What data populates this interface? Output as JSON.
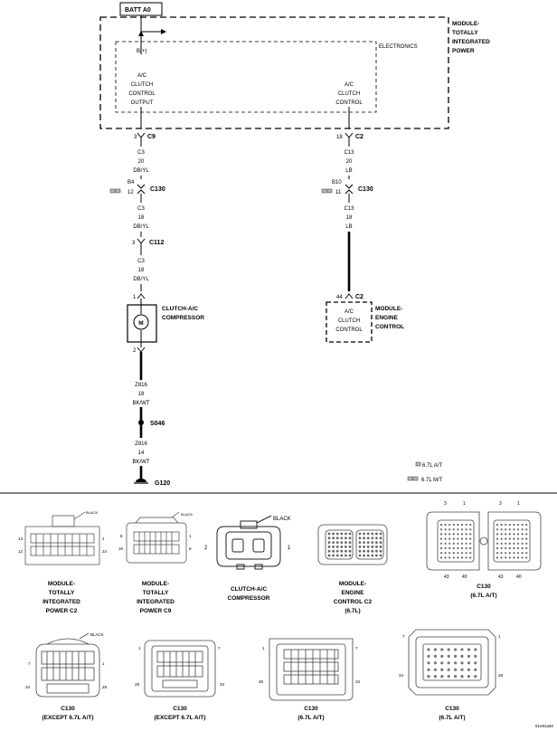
{
  "schematic": {
    "batt_label": "BATT A0",
    "tipm_title": [
      "MODULE-",
      "TOTALLY",
      "INTEGRATED",
      "POWER"
    ],
    "electronics_label": "ELECTRONICS",
    "b_plus": "B(+)",
    "ac_output_lines": [
      "A/C",
      "CLUTCH",
      "CONTROL",
      "OUTPUT"
    ],
    "ac_control_lines": [
      "A/C",
      "CLUTCH",
      "CONTROL"
    ],
    "left": {
      "pin_c9": "3",
      "conn_c9": "C9",
      "wire1": [
        "C3",
        "20",
        "DB/YL"
      ],
      "pin_b4": "B4",
      "pin_12": "12",
      "conn_c130": "C130",
      "wire2": [
        "C3",
        "18",
        "DB/YL"
      ],
      "pin_c112": "3",
      "conn_c112": "C112",
      "wire3": [
        "C3",
        "18",
        "DB/YL"
      ],
      "pin_top": "1",
      "comp_title": [
        "CLUTCH-A/C",
        "COMPRESSOR"
      ],
      "motor_symbol": "M",
      "pin_bottom": "2",
      "wire4": [
        "Z816",
        "18",
        "BK/WT"
      ],
      "splice": "S046",
      "wire5": [
        "Z816",
        "14",
        "BK/WT"
      ],
      "ground": "G120"
    },
    "right": {
      "pin_c2": "18",
      "conn_c2": "C2",
      "wire1": [
        "C13",
        "20",
        "LB"
      ],
      "pin_b10": "B10",
      "pin_11": "11",
      "conn_c130": "C130",
      "wire2": [
        "C13",
        "18",
        "LB"
      ],
      "pin_ecm": "44",
      "conn_ecm": "C2",
      "ecm_inner": [
        "A/C",
        "CLUTCH",
        "CONTROL"
      ],
      "ecm_title": [
        "MODULE-",
        "ENGINE",
        "CONTROL"
      ]
    },
    "legend": [
      "6.7L A/T",
      "6.7L M/T"
    ]
  },
  "connectors": {
    "row1": [
      {
        "caption": [
          "MODULE-",
          "TOTALLY",
          "INTEGRATED",
          "POWER C2"
        ],
        "callout": "BLACK",
        "pins": [
          "13",
          "1",
          "12",
          "24"
        ]
      },
      {
        "caption": [
          "MODULE-",
          "TOTALLY",
          "INTEGRATED",
          "POWER C9"
        ],
        "callout": "BLACK",
        "pins": [
          "8",
          "1",
          "16",
          "9"
        ]
      },
      {
        "caption": [
          "CLUTCH-A/C",
          "COMPRESSOR"
        ],
        "callout": "BLACK",
        "pins": [
          "2",
          "1"
        ]
      },
      {
        "caption": [
          "MODULE-",
          "ENGINE",
          "CONTROL C2",
          "(6.7L)"
        ],
        "callout": "",
        "pins": []
      },
      {
        "caption": [
          "C130",
          "(6.7L A/T)"
        ],
        "callout": "",
        "pins": [
          "3",
          "1",
          "3",
          "1",
          "43",
          "40",
          "43",
          "40"
        ]
      }
    ],
    "row2": [
      {
        "caption": [
          "C130",
          "(EXCEPT 6.7L A/T)"
        ],
        "callout": "BLACK",
        "pins": [
          "7",
          "1",
          "34",
          "28"
        ]
      },
      {
        "caption": [
          "C130",
          "(EXCEPT 6.7L A/T)"
        ],
        "callout": "",
        "pins": [
          "1",
          "7",
          "28",
          "34"
        ]
      },
      {
        "caption": [
          "C130",
          "(6.7L A/T)"
        ],
        "callout": "",
        "pins": [
          "1",
          "7",
          "28",
          "34"
        ]
      },
      {
        "caption": [
          "C130",
          "(6.7L A/T)"
        ],
        "callout": "",
        "pins": [
          "7",
          "1",
          "34",
          "28"
        ]
      }
    ]
  },
  "figure_id": "81e81a60"
}
